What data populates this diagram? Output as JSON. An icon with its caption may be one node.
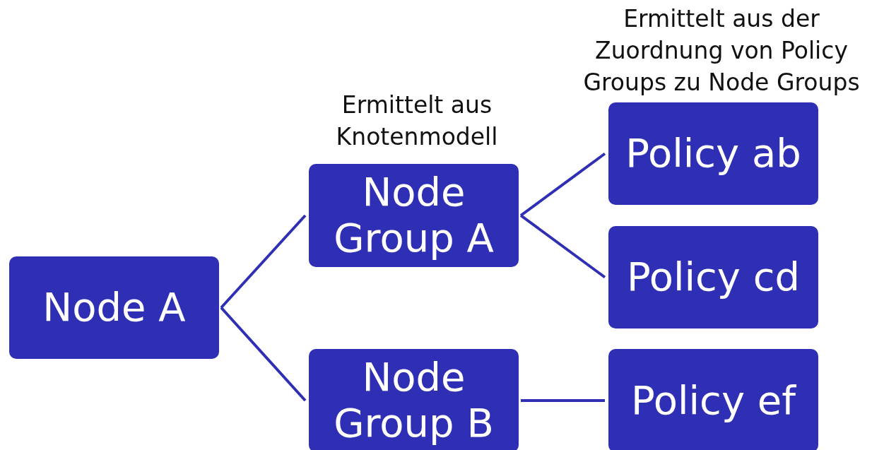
{
  "diagram": {
    "nodes": [
      {
        "text": [
          "Node A"
        ]
      },
      {
        "text": [
          "Node Group A"
        ]
      },
      {
        "text": [
          "Node Group B"
        ]
      },
      {
        "text": [
          "Policy ab"
        ]
      },
      {
        "text": [
          "Policy cd"
        ]
      },
      {
        "text": [
          "Policy ef"
        ]
      }
    ],
    "edges": [
      {
        "from": 0,
        "to": 1,
        "arrow": "none"
      },
      {
        "from": 0,
        "to": 2,
        "arrow": "none"
      },
      {
        "from": 1,
        "to": 3,
        "arrow": "none"
      },
      {
        "from": 1,
        "to": 4,
        "arrow": "none"
      },
      {
        "from": 2,
        "to": 5,
        "arrow": "none"
      }
    ],
    "labels": [
      "Ermittelt aus Knotenmodell",
      "Ermittelt aus der Zuordnung von Policy Groups zu Node Groups"
    ]
  }
}
